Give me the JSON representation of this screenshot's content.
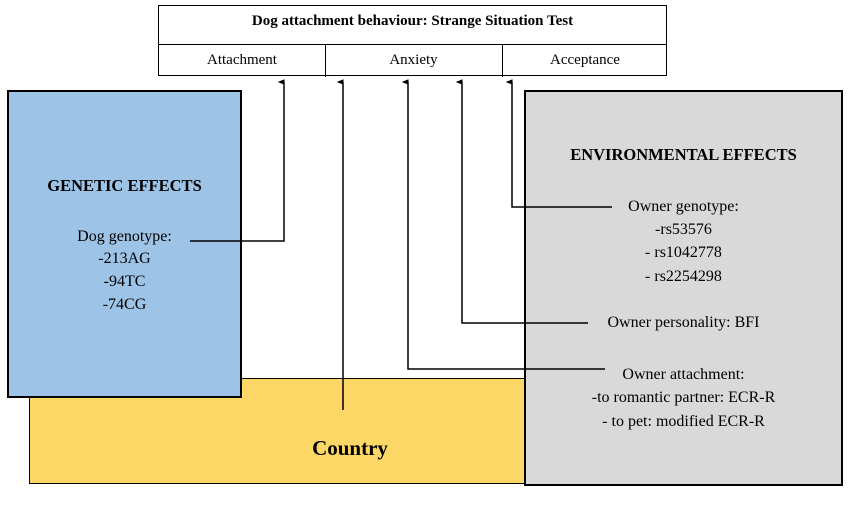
{
  "header": {
    "title": "Dog attachment behaviour: Strange Situation Test",
    "columns": [
      "Attachment",
      "Anxiety",
      "Acceptance"
    ]
  },
  "country": {
    "label": "Country"
  },
  "genetic": {
    "title": "GENETIC EFFECTS",
    "subtitle": "Dog genotype:",
    "items": [
      "-213AG",
      "-94TC",
      "-74CG"
    ]
  },
  "environmental": {
    "title": "ENVIRONMENTAL EFFECTS",
    "owner_genotype": {
      "label": "Owner genotype:",
      "items": [
        "-rs53576",
        "- rs1042778",
        "- rs2254298"
      ]
    },
    "owner_personality": "Owner personality: BFI",
    "owner_attachment": {
      "label": "Owner attachment:",
      "items": [
        "-to romantic partner: ECR-R",
        "- to pet: modified ECR-R"
      ]
    }
  },
  "colors": {
    "genetic_fill": "#9dc3e6",
    "environmental_fill": "#d9d9d9",
    "country_fill": "#fcd766"
  }
}
